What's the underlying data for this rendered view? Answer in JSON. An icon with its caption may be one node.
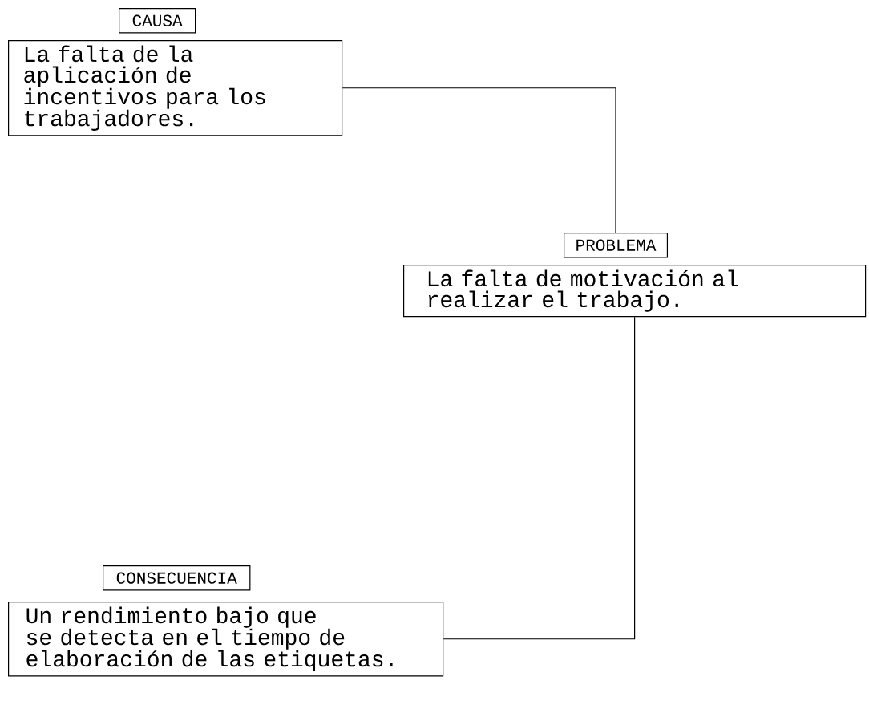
{
  "diagram": {
    "nodes": [
      {
        "text": [
          "CAUSA"
        ]
      },
      {
        "text": [
          "La falta de la aplicación de incentivos para los trabajadores."
        ]
      },
      {
        "text": [
          "PROBLEMA"
        ]
      },
      {
        "text": [
          "La falta de motivación al realizar el trabajo."
        ]
      },
      {
        "text": [
          "CONSECUENCIA"
        ]
      },
      {
        "text": [
          "Un rendimiento bajo que se detecta en el tiempo de elaboración de las etiquetas."
        ]
      }
    ],
    "edges": [
      {
        "from": 1,
        "to": 2,
        "arrow": "none"
      },
      {
        "from": 3,
        "to": 5,
        "arrow": "none"
      }
    ]
  }
}
